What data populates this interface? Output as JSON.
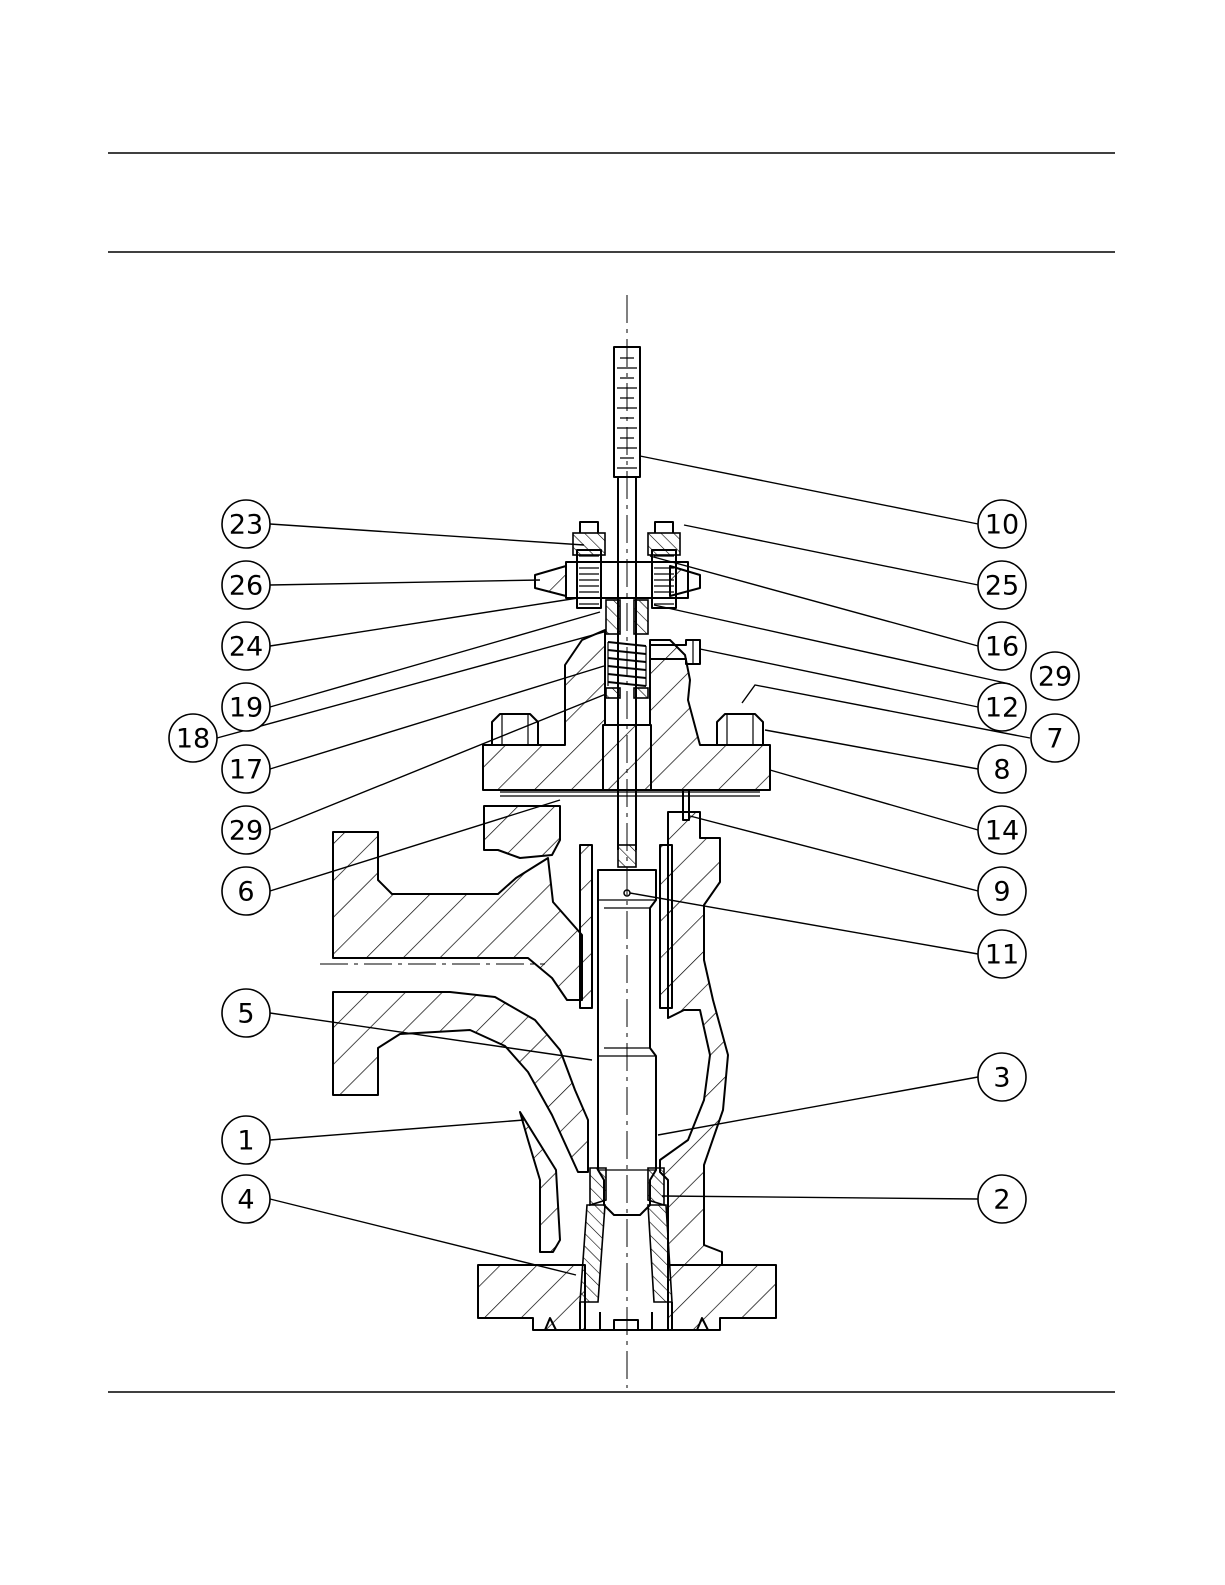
{
  "drawing": {
    "type": "sectional-assembly",
    "balloons": [
      {
        "id": "b23",
        "label": "23"
      },
      {
        "id": "b26",
        "label": "26"
      },
      {
        "id": "b24",
        "label": "24"
      },
      {
        "id": "b19",
        "label": "19"
      },
      {
        "id": "b18",
        "label": "18"
      },
      {
        "id": "b17",
        "label": "17"
      },
      {
        "id": "b29a",
        "label": "29"
      },
      {
        "id": "b6",
        "label": "6"
      },
      {
        "id": "b5",
        "label": "5"
      },
      {
        "id": "b1",
        "label": "1"
      },
      {
        "id": "b4",
        "label": "4"
      },
      {
        "id": "b10",
        "label": "10"
      },
      {
        "id": "b25",
        "label": "25"
      },
      {
        "id": "b16",
        "label": "16"
      },
      {
        "id": "b29b",
        "label": "29"
      },
      {
        "id": "b12",
        "label": "12"
      },
      {
        "id": "b7",
        "label": "7"
      },
      {
        "id": "b8",
        "label": "8"
      },
      {
        "id": "b14",
        "label": "14"
      },
      {
        "id": "b9",
        "label": "9"
      },
      {
        "id": "b11",
        "label": "11"
      },
      {
        "id": "b3",
        "label": "3"
      },
      {
        "id": "b2",
        "label": "2"
      }
    ]
  }
}
